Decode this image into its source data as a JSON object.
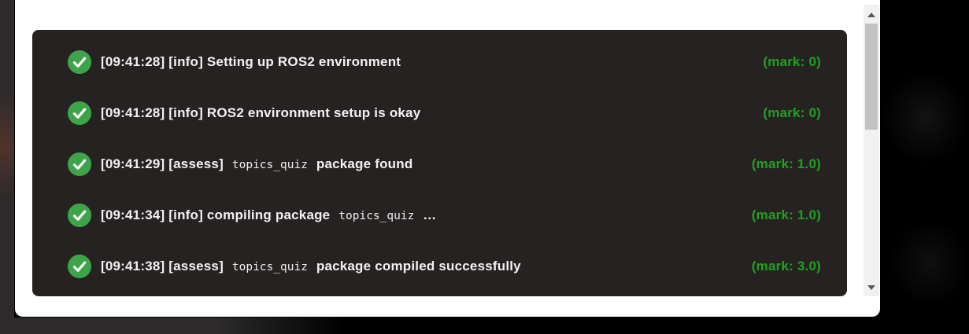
{
  "colors": {
    "page_background": "#000000",
    "modal_background": "#ffffff",
    "panel_background": "#262222",
    "message_text": "#f2f2f2",
    "mark_green": "#1fa11f",
    "check_icon_green": "#3ea44a",
    "scrollbar_track": "#f1f1f1",
    "scrollbar_thumb": "#c2c2c2"
  },
  "log_panel": {
    "rows": [
      {
        "icon": "check-circle-icon",
        "prefix": "[09:41:28] [info] Setting up ROS2 environment",
        "code": "",
        "suffix": "",
        "mark": "(mark: 0)"
      },
      {
        "icon": "check-circle-icon",
        "prefix": "[09:41:28] [info] ROS2 environment setup is okay",
        "code": "",
        "suffix": "",
        "mark": "(mark: 0)"
      },
      {
        "icon": "check-circle-icon",
        "prefix": "[09:41:29] [assess]",
        "code": "topics_quiz",
        "suffix": "package found",
        "mark": "(mark: 1.0)"
      },
      {
        "icon": "check-circle-icon",
        "prefix": "[09:41:34] [info] compiling package",
        "code": "topics_quiz",
        "suffix": "…",
        "mark": "(mark: 1.0)"
      },
      {
        "icon": "check-circle-icon",
        "prefix": "[09:41:38] [assess]",
        "code": "topics_quiz",
        "suffix": "package compiled successfully",
        "mark": "(mark: 3.0)"
      }
    ]
  },
  "scrollbar": {
    "up_icon": "scroll-up-arrow-icon",
    "down_icon": "scroll-down-arrow-icon"
  }
}
